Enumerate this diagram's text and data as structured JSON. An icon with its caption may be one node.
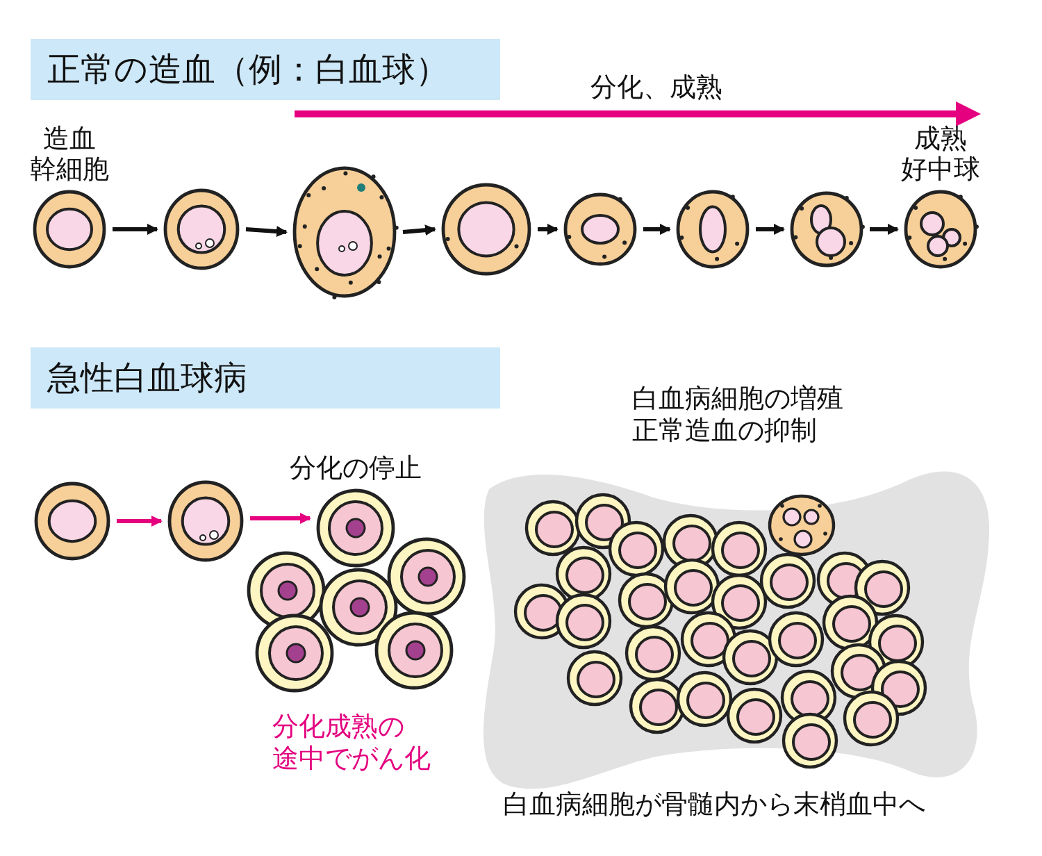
{
  "diagram": {
    "nodes": [
      {
        "text": [],
        "shape": "circle",
        "beside": [
          "造血幹細胞"
        ]
      },
      {
        "text": [],
        "shape": "circle"
      },
      {
        "text": [],
        "shape": "circle"
      },
      {
        "text": [],
        "shape": "circle"
      },
      {
        "text": [],
        "shape": "circle"
      },
      {
        "text": [],
        "shape": "circle"
      },
      {
        "text": [],
        "shape": "circle"
      },
      {
        "text": [],
        "shape": "circle",
        "beside": [
          "成熟好中球"
        ]
      },
      {
        "text": [],
        "shape": "circle"
      },
      {
        "text": [],
        "shape": "circle"
      },
      {
        "text": [],
        "shape": "circle",
        "beside": [
          "分化の停止"
        ]
      }
    ],
    "edges": [
      {
        "from": 0,
        "to": 1,
        "arrow": "to"
      },
      {
        "from": 1,
        "to": 2,
        "arrow": "to"
      },
      {
        "from": 2,
        "to": 3,
        "arrow": "to"
      },
      {
        "from": 3,
        "to": 4,
        "arrow": "to"
      },
      {
        "from": 4,
        "to": 5,
        "arrow": "to"
      },
      {
        "from": 5,
        "to": 6,
        "arrow": "to"
      },
      {
        "from": 6,
        "to": 7,
        "arrow": "to"
      },
      {
        "from": 8,
        "to": 9,
        "arrow": "to",
        "color": "#e4007f"
      },
      {
        "from": 9,
        "to": 10,
        "arrow": "to",
        "color": "#e4007f"
      }
    ],
    "labels": [
      "正常の造血（例：白血球）",
      "分化、成熟",
      "急性白血球病",
      "白血病細胞の増殖正常造血の抑制",
      "分化成熟の途中でがん化",
      "白血病細胞が骨髄内から末梢血中へ"
    ]
  }
}
